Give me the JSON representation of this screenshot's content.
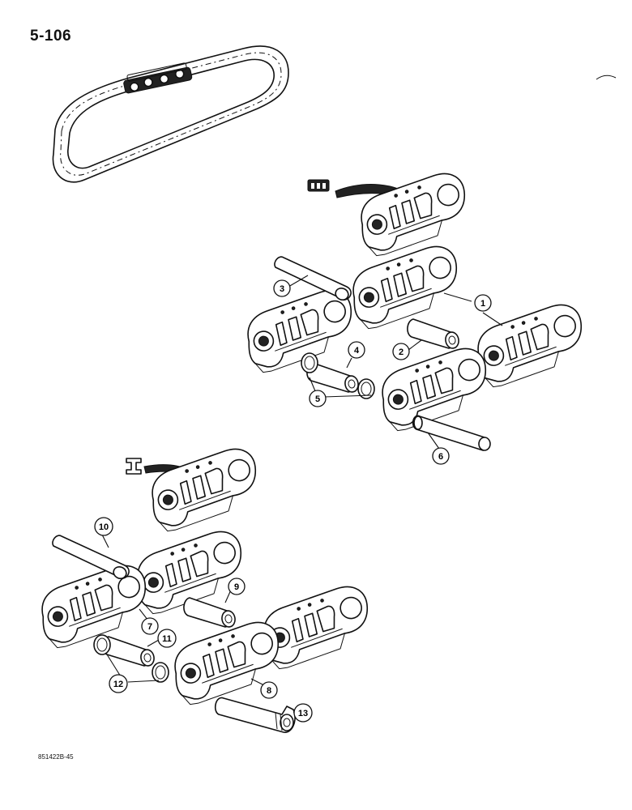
{
  "page": {
    "number": "5-106",
    "figure_code": "851422B-45"
  },
  "callouts": [
    {
      "id": "1",
      "label": "1"
    },
    {
      "id": "2",
      "label": "2"
    },
    {
      "id": "3",
      "label": "3"
    },
    {
      "id": "4",
      "label": "4"
    },
    {
      "id": "5",
      "label": "5"
    },
    {
      "id": "6",
      "label": "6"
    },
    {
      "id": "7",
      "label": "7"
    },
    {
      "id": "8",
      "label": "8"
    },
    {
      "id": "9",
      "label": "9"
    },
    {
      "id": "10",
      "label": "10"
    },
    {
      "id": "11",
      "label": "11"
    },
    {
      "id": "12",
      "label": "12"
    },
    {
      "id": "13",
      "label": "13"
    }
  ],
  "icons": {
    "upper_symbol": "track-link-symbol-icon",
    "lower_symbol": "t-bracket-symbol-icon"
  }
}
